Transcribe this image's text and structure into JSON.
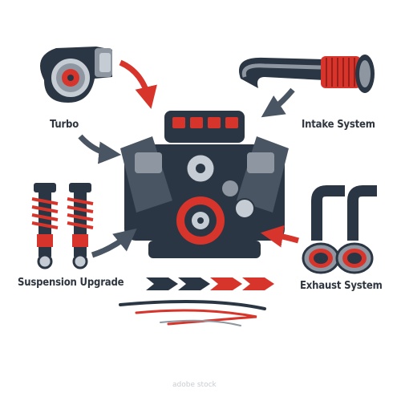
{
  "labels": {
    "turbo": "Turbo",
    "intake": "Intake System",
    "suspension": "Suspension Upgrade",
    "exhaust": "Exhaust System"
  },
  "side_id": "1967181639",
  "watermark": "adobe stock",
  "colors": {
    "navy": "#2b3644",
    "red": "#d7352b",
    "gray": "#8e96a1",
    "light_gray": "#c6ccd4",
    "arrow_gray": "#4a5563"
  },
  "icons": [
    "turbo-icon",
    "intake-pipe-icon",
    "engine-icon",
    "shock-absorber-icon",
    "exhaust-tips-icon"
  ]
}
